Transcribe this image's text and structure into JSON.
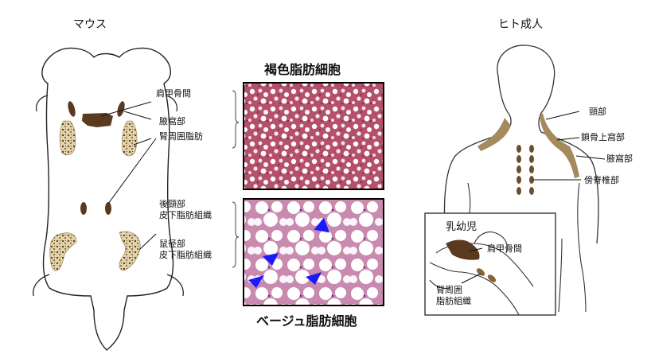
{
  "mouse": {
    "title": "マウス",
    "labels": {
      "interscapular": "肩甲骨間",
      "axillary": "腋窩部",
      "perirenal": "腎周囲脂肪",
      "posterior_cervical_line1": "後頸部",
      "posterior_cervical_line2": "皮下脂肪組織",
      "inguinal_line1": "鼠径部",
      "inguinal_line2": "皮下脂肪組織"
    }
  },
  "micrographs": {
    "brown_title": "褐色脂肪細胞",
    "beige_title": "ベージュ脂肪細胞"
  },
  "human": {
    "title": "ヒト成人",
    "labels": {
      "neck": "頸部",
      "supraclavicular": "鎖骨上窩部",
      "axillary": "腋窩部",
      "paravertebral": "傍脊椎部"
    },
    "infant": {
      "title": "乳幼児",
      "interscapular": "肩甲骨間",
      "perirenal_line1": "腎周囲",
      "perirenal_line2": "脂肪組織"
    }
  },
  "colors": {
    "brown_fat": "#5a3a1e",
    "beige_fat": "#d8c39a",
    "human_fat": "#a58a5e",
    "beige_arrow": "#1a1aff"
  }
}
